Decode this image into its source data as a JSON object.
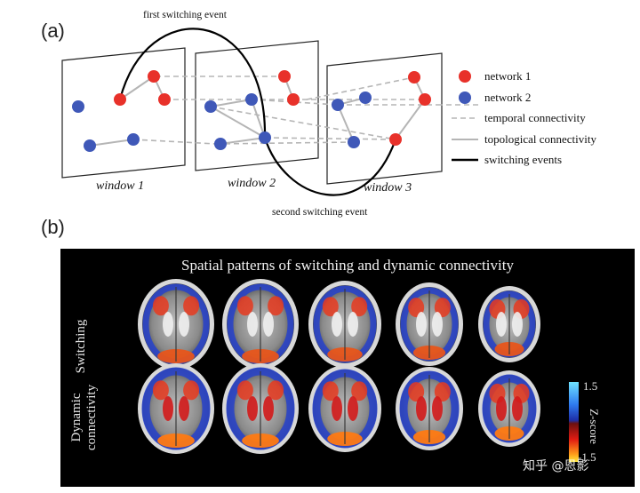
{
  "panel_a": {
    "label": "(a)",
    "windows": [
      "window 1",
      "window 2",
      "window 3"
    ],
    "first_event": "first switching event",
    "second_event": "second switching event",
    "legend": [
      {
        "label": "network 1",
        "kind": "dot",
        "color": "#e8312a"
      },
      {
        "label": "network 2",
        "kind": "dot",
        "color": "#3f58b8"
      },
      {
        "label": "temporal connectivity",
        "kind": "dashed",
        "color": "#b5b5b5"
      },
      {
        "label": "topological connectivity",
        "kind": "solid",
        "color": "#b5b5b5"
      },
      {
        "label": "switching events",
        "kind": "thick",
        "color": "#000000"
      }
    ]
  },
  "panel_b": {
    "label": "(b)",
    "title": "Spatial patterns of switching and dynamic connectivity",
    "row_labels": [
      [
        "Switching"
      ],
      [
        "Dynamic",
        "connectivity"
      ]
    ],
    "colorbar": {
      "top": "1.5",
      "label": "Z-score",
      "bottom": "-1.5"
    },
    "watermark": "知乎 @恩影"
  },
  "colors": {
    "network1": "#e8312a",
    "network2": "#3f58b8",
    "line": "#b5b5b5",
    "event": "#000000",
    "background_b": "#000000"
  }
}
